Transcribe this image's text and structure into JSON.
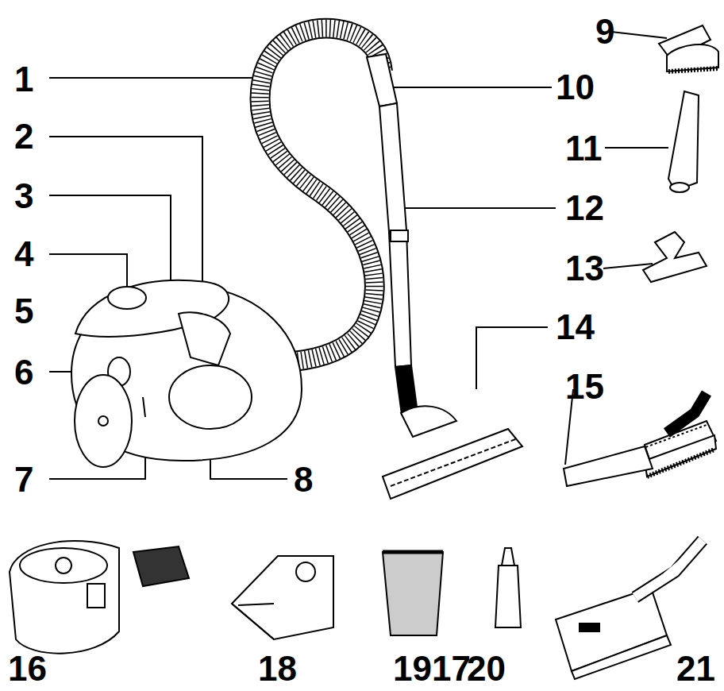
{
  "diagram": {
    "labels": [
      "1",
      "2",
      "3",
      "4",
      "5",
      "6",
      "7",
      "8",
      "9",
      "10",
      "11",
      "12",
      "13",
      "14",
      "15",
      "16",
      "18",
      "19",
      "17",
      "20",
      "21"
    ]
  }
}
